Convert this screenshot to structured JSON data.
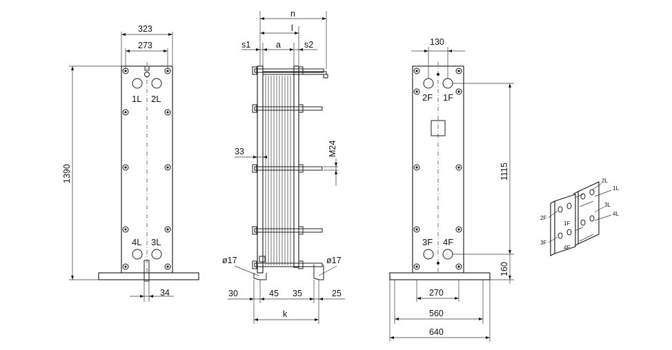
{
  "dimensions": {
    "d323": "323",
    "d273": "273",
    "d1390": "1390",
    "d34": "34",
    "n": "n",
    "l": "l",
    "s1": "s1",
    "a": "a",
    "s2": "s2",
    "d33": "33",
    "m24": "M24",
    "phi17_left": "ø17",
    "phi17_right": "ø17",
    "d30": "30",
    "d45": "45",
    "d35": "35",
    "d25": "25",
    "k": "k",
    "d130": "130",
    "d1115": "1115",
    "d160": "160",
    "d270": "270",
    "d560": "560",
    "d640": "640"
  },
  "ports_front": {
    "p1L": "1L",
    "p2L": "2L",
    "p4L": "4L",
    "p3L": "3L"
  },
  "ports_back": {
    "p2F": "2F",
    "p1F": "1F",
    "p3F": "3F",
    "p4F": "4F"
  },
  "ports_iso": {
    "i2L": "2L",
    "i1L": "1L",
    "i3L": "3L",
    "i4L": "4L",
    "i2F": "2F",
    "i1F": "1F",
    "i3F": "3F",
    "i4F": "4F"
  },
  "colors": {
    "line": "#1a1a1a",
    "background": "#ffffff"
  }
}
